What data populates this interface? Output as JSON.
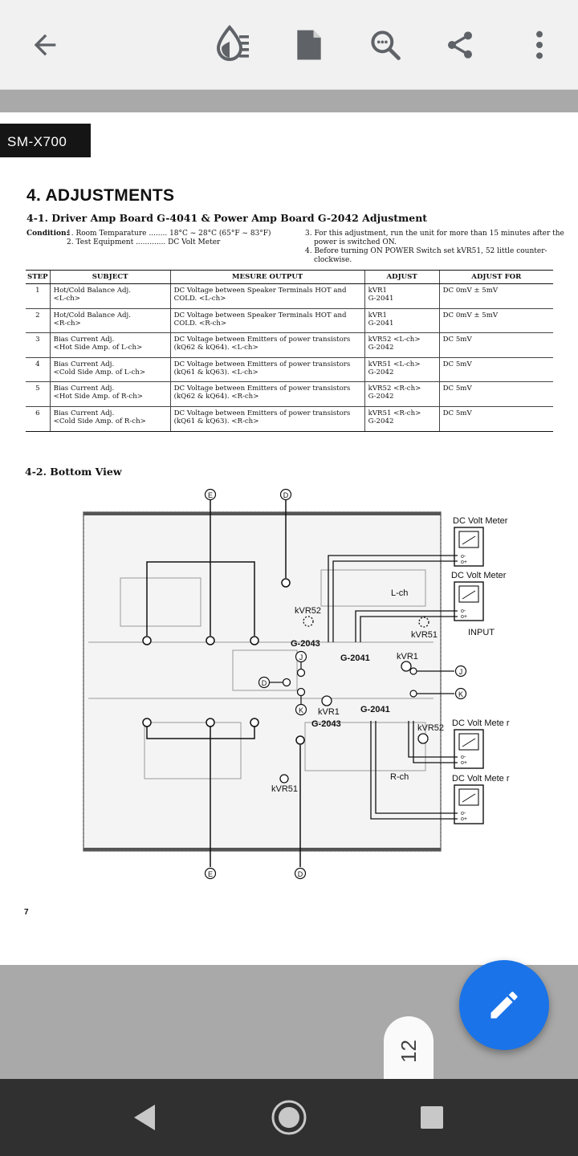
{
  "toolbar": {
    "back_icon": "arrow-back-icon",
    "ink_icon": "ink-drop-icon",
    "document_icon": "document-icon",
    "search_icon": "zoom-search-icon",
    "share_icon": "share-icon",
    "more_icon": "more-vert-icon",
    "background": "#f1f1f1",
    "icon_color": "#5f6368"
  },
  "document": {
    "model": "SM-X700",
    "heading": "4. ADJUSTMENTS",
    "subheading": "4-1. Driver Amp Board G-4041 & Power Amp Board G-2042 Adjustment",
    "condition_label": "Condition:",
    "condition_1": "1. Room Temparature ........ 18°C ~ 28°C (65°F ~ 83°F)",
    "condition_2": "2. Test Equipment ............. DC Volt Meter",
    "condition_3a": "3. For this adjustment, run the unit for more than 15 minutes after the",
    "condition_3b": "power is switched ON.",
    "condition_4a": "4. Before turning ON POWER Switch set kVR51, 52 little counter-",
    "condition_4b": "clockwise.",
    "table_headers": [
      "STEP",
      "SUBJECT",
      "MESURE OUTPUT",
      "ADJUST",
      "ADJUST FOR"
    ],
    "table_rows": [
      {
        "step": "1",
        "subject": [
          "Hot/Cold Balance Adj.",
          "<L-ch>"
        ],
        "output": [
          "DC Voltage between Speaker Terminals HOT and",
          "COLD. <L-ch>"
        ],
        "adjust": [
          "kVR1",
          "G-2041"
        ],
        "adjust_for": "DC 0mV ± 5mV"
      },
      {
        "step": "2",
        "subject": [
          "Hot/Cold Balance Adj.",
          "<R-ch>"
        ],
        "output": [
          "DC Voltage between Speaker Terminals HOT and",
          "COLD. <R-ch>"
        ],
        "adjust": [
          "kVR1",
          "G-2041"
        ],
        "adjust_for": "DC 0mV ± 5mV"
      },
      {
        "step": "3",
        "subject": [
          "Bias Current Adj.",
          "<Hot Side Amp. of L-ch>"
        ],
        "output": [
          "DC Voltage between Emitters of power transistors",
          "(kQ62 & kQ64). <L-ch>"
        ],
        "adjust": [
          "kVR52 <L-ch>",
          "G-2042"
        ],
        "adjust_for": "DC 5mV"
      },
      {
        "step": "4",
        "subject": [
          "Bias Current Adj.",
          "<Cold Side Amp. of L-ch>"
        ],
        "output": [
          "DC Voltage between Emitters of power transistors",
          "(kQ61 & kQ63). <L-ch>"
        ],
        "adjust": [
          "kVR51 <L-ch>",
          "G-2042"
        ],
        "adjust_for": "DC 5mV"
      },
      {
        "step": "5",
        "subject": [
          "Bias Current Adj.",
          "<Hot Side Amp. of R-ch>"
        ],
        "output": [
          "DC Voltage between Emitters of power transistors",
          "(kQ62 & kQ64). <R-ch>"
        ],
        "adjust": [
          "kVR52 <R-ch>",
          "G-2042"
        ],
        "adjust_for": "DC 5mV"
      },
      {
        "step": "6",
        "subject": [
          "Bias Current Adj.",
          "<Cold Side Amp. of R-ch>"
        ],
        "output": [
          "DC Voltage between Emitters of power transistors",
          "(kQ61 & kQ63). <R-ch>"
        ],
        "adjust": [
          "kVR51 <R-ch>",
          "G-2042"
        ],
        "adjust_for": "DC 5mV"
      }
    ],
    "bottom_view_heading": "4-2. Bottom View",
    "page_number": "7"
  },
  "diagram": {
    "meter_label": "DC Volt Meter",
    "meter_label_r": "DC Volt Mete r",
    "lch": "L-ch",
    "rch": "R-ch",
    "input": "INPUT",
    "kvr52": "kVR52",
    "kvr51": "kVR51",
    "kvr1": "kVR1",
    "g2043": "G-2043",
    "g2041": "G-2041",
    "point_e": "E",
    "point_d": "D",
    "point_j": "J",
    "point_k": "K"
  },
  "page_indicator": "12",
  "fab": {
    "icon": "edit-pencil-icon",
    "color": "#1a73e8"
  },
  "navbar": {
    "back": "nav-back-icon",
    "home": "nav-home-icon",
    "recents": "nav-recents-icon"
  }
}
